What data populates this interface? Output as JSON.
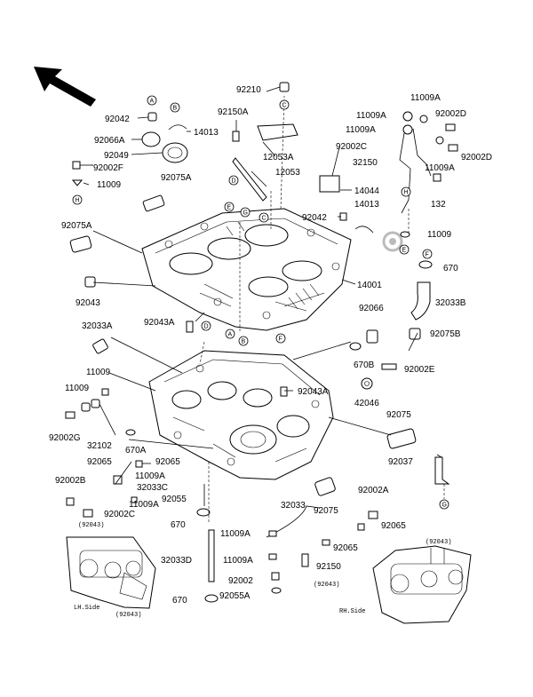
{
  "labels": {
    "p92042_top": "92042",
    "p14013_top": "14013",
    "p92066A": "92066A",
    "p92049": "92049",
    "p92002F": "92002F",
    "p11009_left": "11009",
    "p92075A_mid": "92075A",
    "p92075A_left": "92075A",
    "p92043_left": "92043",
    "p92210": "92210",
    "p92150A": "92150A",
    "p12053A": "12053A",
    "p12053": "12053",
    "p11009A_r1": "11009A",
    "p11009A_r2": "11009A",
    "p11009A_r3": "11009A",
    "p11009A_r4": "11009A",
    "p92002D_r1": "92002D",
    "p92002D_r2": "92002D",
    "p92002C": "92002C",
    "p32150": "32150",
    "p14044": "14044",
    "p132": "132",
    "p92042_mid": "92042",
    "p14013_mid": "14013",
    "p11009_right": "11009",
    "p670_right": "670",
    "p14001": "14001",
    "p32033B": "32033B",
    "p92075B": "92075B",
    "p92043A_mid": "92043A",
    "p92066": "92066",
    "p32033A": "32033A",
    "p670B": "670B",
    "p92002E": "92002E",
    "p11009_l1": "11009",
    "p11009_l2": "11009",
    "p92043A_low": "92043A",
    "p42046": "42046",
    "p92002G": "92002G",
    "p32102": "32102",
    "p92075": "92075",
    "p670A": "670A",
    "p92065_l": "92065",
    "p92065_m": "92065",
    "p92037": "92037",
    "p11009A_low1": "11009A",
    "p92002B": "92002B",
    "p32033C": "32033C",
    "p11009A_low2": "11009A",
    "p92002C_low": "92002C",
    "p92055": "92055",
    "p92002A": "92002A",
    "p32033": "32033",
    "p92075_low": "92075",
    "p92065_r1": "92065",
    "p670_low1": "670",
    "p11009A_low3": "11009A",
    "p92065_r2": "92065",
    "p32033D": "32033D",
    "p11009A_low4": "11009A",
    "p92150": "92150",
    "p92002": "92002",
    "p670_low2": "670",
    "p92055A": "92055A",
    "inset_lh_code_top": "(92043)",
    "inset_lh_side": "LH.Side",
    "inset_lh_code_bot": "(92043)",
    "inset_rh_code_top": "(92043)",
    "inset_rh_code_left": "(92043)",
    "inset_rh_side": "RH.Side"
  },
  "refs": {
    "A": "A",
    "B": "B",
    "C": "C",
    "D": "D",
    "E": "E",
    "F": "F",
    "G": "G",
    "H": "H"
  }
}
